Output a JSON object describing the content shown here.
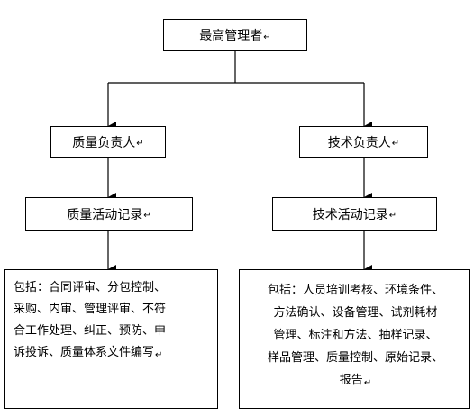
{
  "diagram": {
    "top": {
      "label": "最高管理者",
      "mark": "↵"
    },
    "left_head": {
      "label": "质量负责人",
      "mark": "↵"
    },
    "right_head": {
      "label": "技术负责人",
      "mark": "↵"
    },
    "left_activity": {
      "label": "质量活动记录",
      "mark": "↵"
    },
    "right_activity": {
      "label": "技术活动记录",
      "mark": "↵"
    },
    "left_detail": {
      "lines": [
        "包括：合同评审、分包控制、",
        "采购、内审、管理评审、不符",
        "合工作处理、纠正、预防、申",
        "诉投诉、质量体系文件编写"
      ],
      "mark": "↵"
    },
    "right_detail": {
      "lines": [
        "包括：人员培训考核、环境条件、",
        "方法确认、设备管理、试剂耗材",
        "管理、标注和方法、抽样记录、",
        "样品管理、质量控制、原始记录、",
        "报告"
      ],
      "mark": "↵"
    }
  }
}
